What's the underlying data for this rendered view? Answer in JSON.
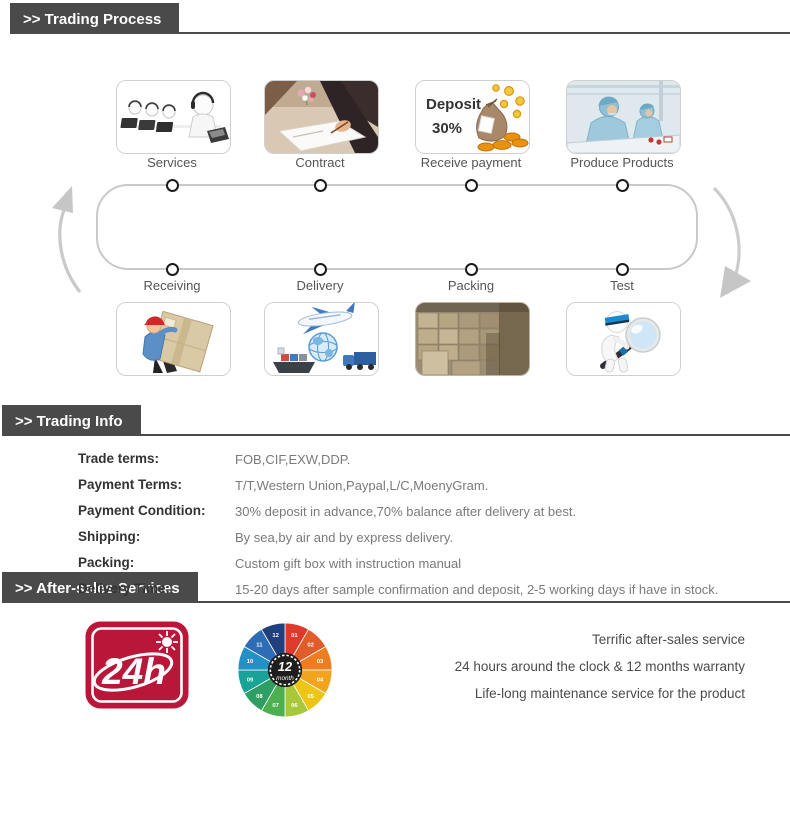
{
  "sections": {
    "trading_process": ">> Trading Process",
    "trading_info": ">> Trading Info",
    "after_sales": ">> After-sales Services"
  },
  "process": {
    "top_steps": [
      "Services",
      "Contract",
      "Receive payment",
      "Produce Products"
    ],
    "bottom_steps": [
      "Receiving",
      "Delivery",
      "Packing",
      "Test"
    ],
    "deposit_image": {
      "line1": "Deposit",
      "line2": "30%"
    }
  },
  "trading_info": {
    "rows": [
      {
        "label": "Trade terms:",
        "value": "FOB,CIF,EXW,DDP."
      },
      {
        "label": "Payment Terms:",
        "value": "T/T,Western Union,Paypal,L/C,MoenyGram."
      },
      {
        "label": "Payment Condition:",
        "value": "30% deposit in advance,70% balance after delivery at best."
      },
      {
        "label": "Shipping:",
        "value": "By sea,by air and by express delivery."
      },
      {
        "label": "Packing:",
        "value": "Custom gift box with instruction manual"
      },
      {
        "label": "Delivery Time:",
        "value": "15-20 days after sample confirmation and deposit, 2-5 working days if have in stock."
      }
    ]
  },
  "after_sales": {
    "badge": "24h",
    "wheel": {
      "center_line1": "12",
      "center_line2": "month",
      "months": [
        "01",
        "02",
        "03",
        "04",
        "05",
        "06",
        "07",
        "08",
        "09",
        "10",
        "11",
        "12"
      ],
      "colors": [
        "#dd3a2d",
        "#e25b2a",
        "#ef7d1f",
        "#f2a51c",
        "#edc515",
        "#a8c83c",
        "#4caf50",
        "#2e9e62",
        "#17a398",
        "#2292c4",
        "#2e6cb5",
        "#1f3f7d"
      ]
    },
    "lines": [
      "Terrific after-sales service",
      "24 hours around the clock & 12 months warranty",
      "Life-long maintenance service for the product"
    ]
  },
  "colors": {
    "banner": "#4a4a4a",
    "badge_red": "#b9163a",
    "connector": "#c9c9c9"
  }
}
